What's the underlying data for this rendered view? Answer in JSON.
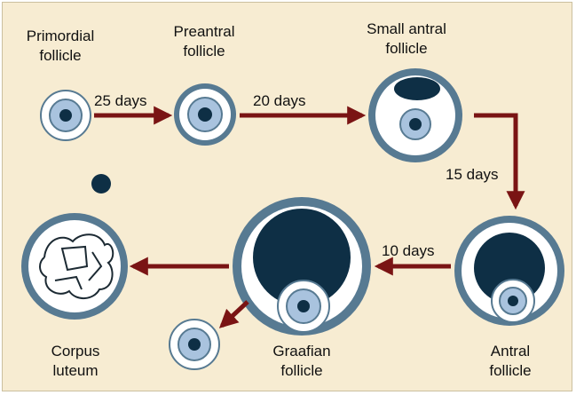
{
  "stages": {
    "primordial": {
      "line1": "Primordial",
      "line2": "follicle"
    },
    "preantral": {
      "line1": "Preantral",
      "line2": "follicle"
    },
    "small_antral": {
      "line1": "Small antral",
      "line2": "follicle"
    },
    "antral": {
      "line1": "Antral",
      "line2": "follicle"
    },
    "graafian": {
      "line1": "Graafian",
      "line2": "follicle"
    },
    "corpus_luteum": {
      "line1": "Corpus",
      "line2": "luteum"
    }
  },
  "durations": {
    "primordial_to_preantral": "25 days",
    "preantral_to_small_antral": "20 days",
    "small_antral_to_antral": "15 days",
    "antral_to_graafian": "10 days"
  },
  "colors": {
    "background": "#f7ecd2",
    "follicle_ring": "#577a92",
    "granulosa": "#ffffff",
    "oocyte": "#a9c3de",
    "nucleus": "#0e2f45",
    "antrum": "#0e2f45",
    "arrow": "#7a1414"
  }
}
